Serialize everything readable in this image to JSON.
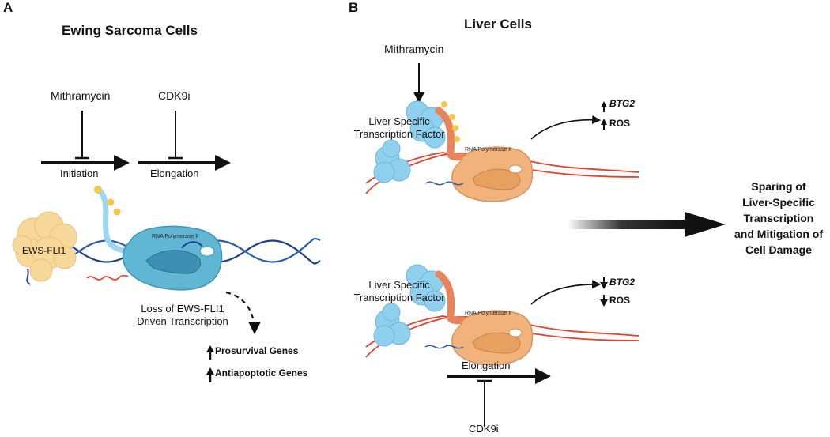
{
  "panels": {
    "a": {
      "letter": "A",
      "title": "Ewing Sarcoma Cells",
      "drug1": "Mithramycin",
      "drug2": "CDK9i",
      "step1": "Initiation",
      "step2": "Elongation",
      "fusion_protein": "EWS-FLI1",
      "polymerase": "RNA Polymerase II",
      "effect_line1": "Loss of EWS-FLI1",
      "effect_line2": "Driven Transcription",
      "gene1": "Prosurvival Genes",
      "gene2": "Antiapoptotic Genes"
    },
    "b": {
      "letter": "B",
      "title": "Liver Cells",
      "drug_top": "Mithramycin",
      "tf_top_line1": "Liver Specific",
      "tf_top_line2": "Transcription Factor",
      "polymerase_top": "RNA Polymerase II",
      "gene_top_1": "BTG2",
      "gene_top_2": "ROS",
      "tf_bottom_line1": "Liver Specific",
      "tf_bottom_line2": "Transcription Factor",
      "polymerase_bottom": "RNA Polymerase II",
      "gene_bottom_1": "BTG2",
      "gene_bottom_2": "ROS",
      "step_bottom": "Elongation",
      "drug_bottom": "CDK9i"
    }
  },
  "outcome": {
    "line1": "Sparing of",
    "line2": "Liver-Specific",
    "line3": "Transcription",
    "line4": "and Mitigation of",
    "line5": "Cell Damage"
  },
  "colors": {
    "dna_dark": "#1f3f8c",
    "dna_red": "#e2422f",
    "polymerase_blue": "#5fb7d4",
    "polymerase_orange": "#f2b27c",
    "ews_fli1": "#f7d79a",
    "tf_blue": "#8fd0ee",
    "phospho_yellow": "#f5c84c",
    "linker_orange": "#e8835b"
  }
}
